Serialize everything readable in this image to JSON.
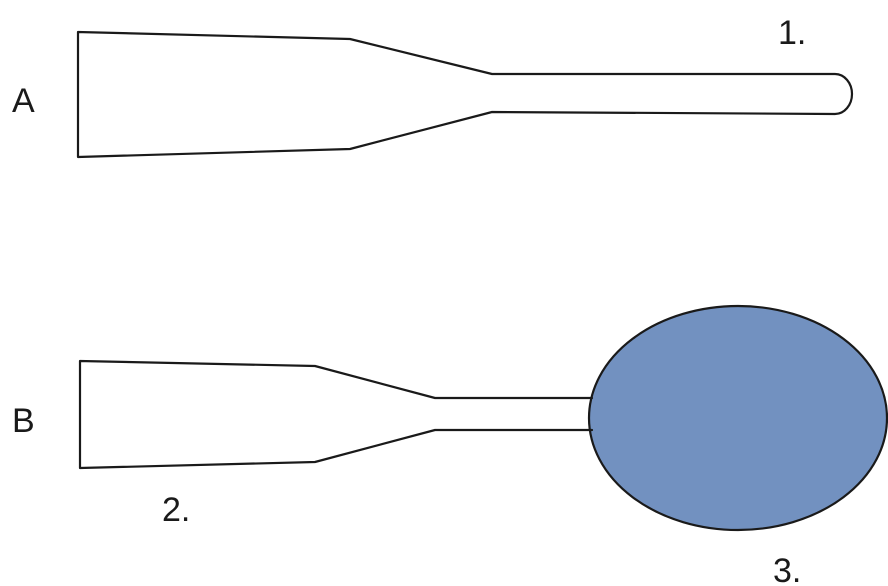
{
  "labels": {
    "row_a": "A",
    "row_b": "B",
    "marker_1": "1.",
    "marker_2": "2.",
    "marker_3": "3."
  },
  "colors": {
    "bulb_fill": "#7291c0",
    "outline": "#1a1a1a"
  }
}
